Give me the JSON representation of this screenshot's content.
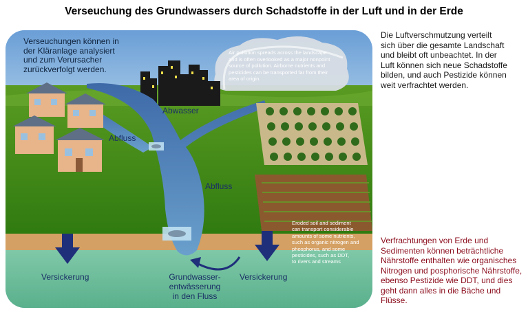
{
  "title": "Verseuchung des Grundwassers durch Schadstoffe in der Luft und in der Erde",
  "panel": {
    "top_left_text": "Verseuchungen können in\nder Kläranlage analysiert\nund zum Verursacher\nzurückverfolgt werden.",
    "cloud_text": "Air pollution spreads across the landscape\nand is often overlooked as a major nonpoint\nsource of pollution. Airborne nutrients and\npesticides can be transported far from their\narea of origin.",
    "labels": {
      "abwasser": "Abwasser",
      "abfluss_left": "Abfluss",
      "abfluss_right": "Abfluss",
      "versickerung_left": "Versickerung",
      "versickerung_right": "Versickerung",
      "grundwasser": "Grundwasser-\nentwässerung\nin den Fluss"
    },
    "eroded_text": "Eroded soil and sediment\ncan transport considerable\namounts of some nutrients,\nsuch as organic nitrogen and\nphosphorus, and some\npesticides, such as DDT,\nto rivers and streams"
  },
  "right_text_top": "Die Luftverschmutzung verteilt\nsich über die gesamte Landschaft\nund bleibt oft unbeachtet. In der\nLuft können sich neue Schadstoffe\nbilden, und auch Pestizide können\nweit verfrachtet werden.",
  "right_text_bottom": "Verfrachtungen von Erde und\nSedimenten können beträchtliche\nNährstoffe enthalten wie organisches\nNitrogen und posphorische Nährstoffe,\nebenso Pestizide wie DDT, und dies\ngeht dann alles in die Bäche und\nFlüsse."
}
